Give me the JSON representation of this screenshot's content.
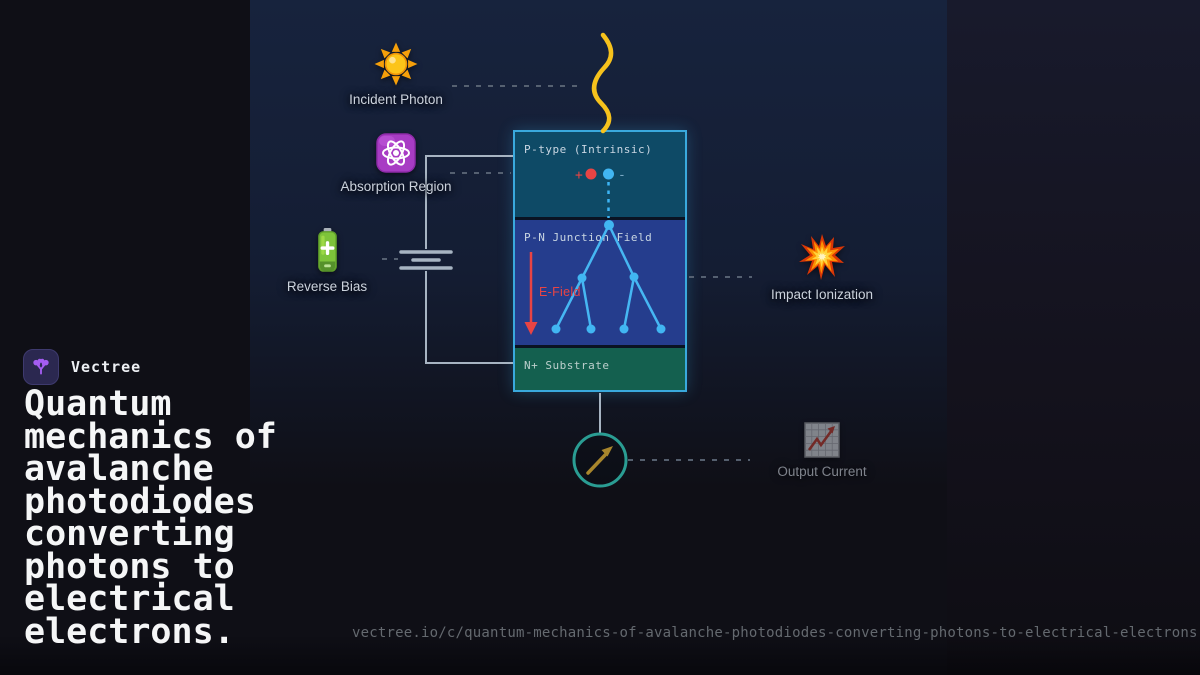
{
  "brand": {
    "name": "Vectree"
  },
  "title": "Quantum\nmechanics of\navalanche\nphotodiodes\nconverting\nphotons to\nelectrical\nelectrons.",
  "footer": {
    "url": "vectree.io/c/quantum-mechanics-of-avalanche-photodiodes-converting-photons-to-electrical-electrons"
  },
  "diagram": {
    "nodes": {
      "incident_photon": {
        "label": "Incident Photon",
        "icon": "sun-icon"
      },
      "absorption_region": {
        "label": "Absorption Region",
        "icon": "atom-icon"
      },
      "reverse_bias": {
        "label": "Reverse Bias",
        "icon": "battery-icon"
      },
      "impact_ionization": {
        "label": "Impact Ionization",
        "icon": "explosion-icon"
      },
      "output_current": {
        "label": "Output Current",
        "icon": "chart-up-icon"
      }
    },
    "device": {
      "regions": {
        "p_type": {
          "label": "P-type (Intrinsic)",
          "color": "#0e4a66"
        },
        "pn_junction": {
          "label": "P-N Junction Field",
          "color": "#253d8d"
        },
        "n_substrate": {
          "label": "N+ Substrate",
          "color": "#14604f"
        }
      },
      "efield_label": "E-Field",
      "charges": {
        "positive": "+",
        "negative": "-"
      }
    },
    "colors": {
      "box_border": "#3aa9dd",
      "electron_blue": "#41b6f2",
      "hole_red": "#e84444",
      "photon_yellow": "#f6c21c",
      "wire_gray": "#a7b4c2",
      "ammeter_teal": "#2a9d93",
      "panel_navy": "#17233d"
    }
  }
}
